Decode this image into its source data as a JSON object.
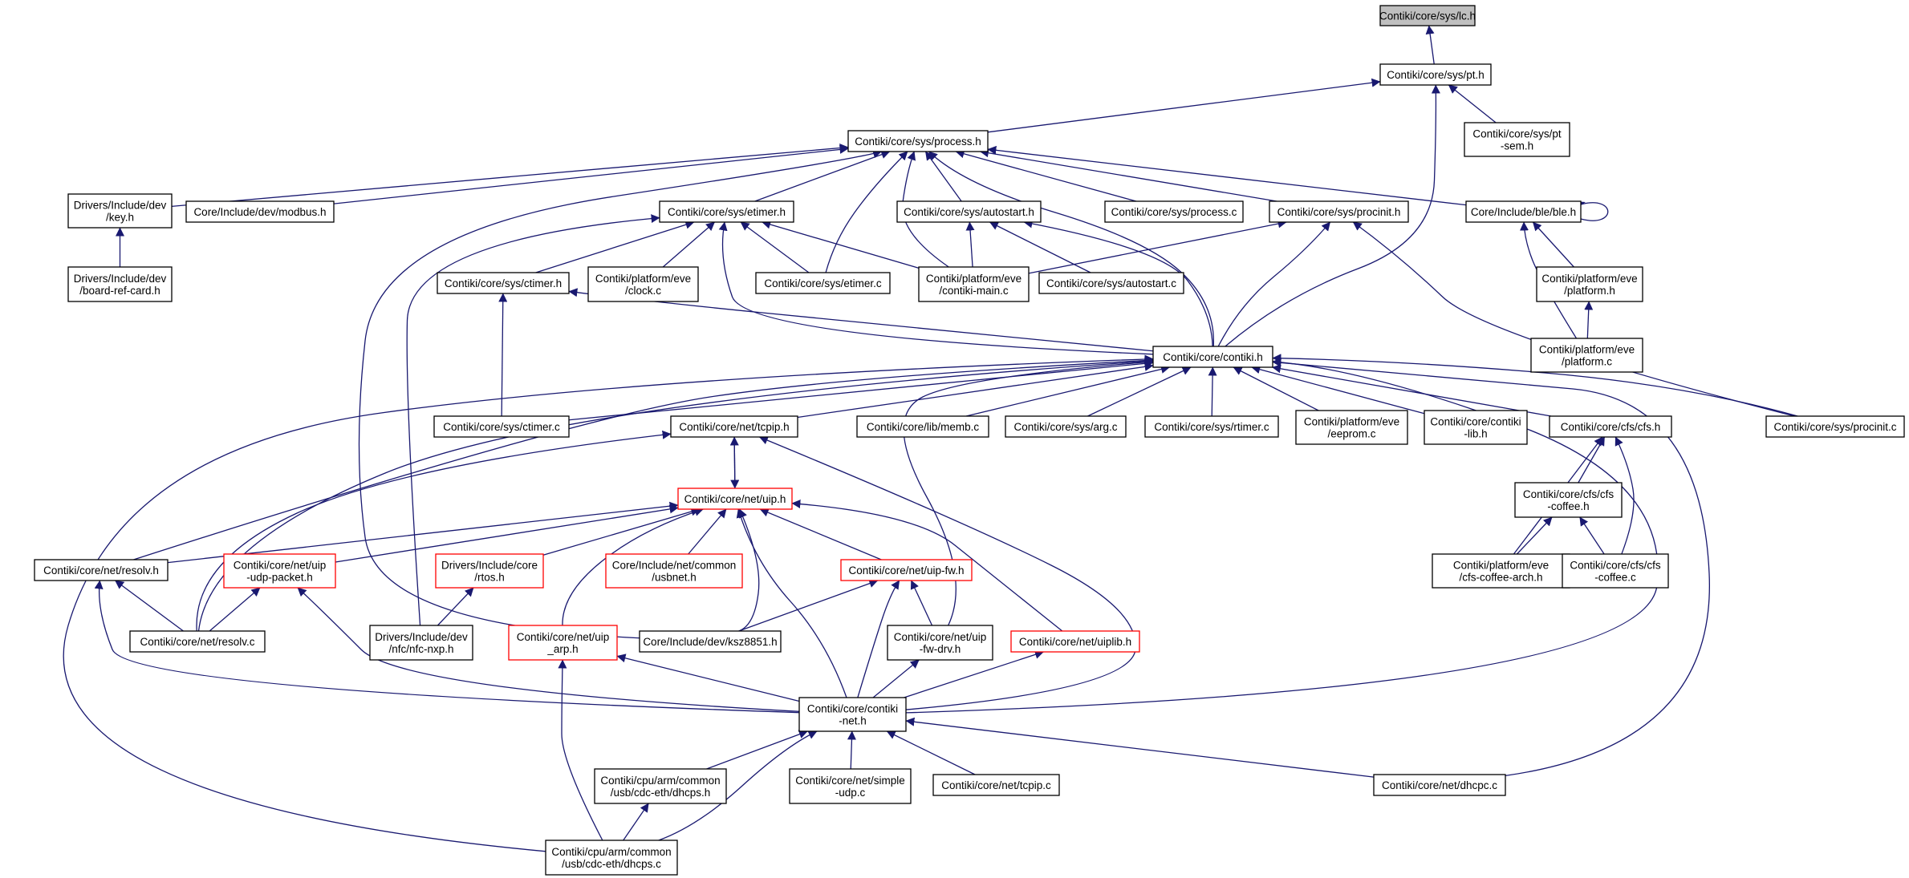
{
  "colors": {
    "edge": "#191970",
    "node_border": "#000000",
    "truncated_border": "#ff0000",
    "current_fill": "#bfbfbf"
  },
  "nodes": [
    {
      "id": "lc",
      "lines": [
        "Contiki/core/sys/lc.h"
      ],
      "style": "current"
    },
    {
      "id": "pt",
      "lines": [
        "Contiki/core/sys/pt.h"
      ]
    },
    {
      "id": "ptsem",
      "lines": [
        "Contiki/core/sys/pt",
        "-sem.h"
      ]
    },
    {
      "id": "process",
      "lines": [
        "Contiki/core/sys/process.h"
      ]
    },
    {
      "id": "key",
      "lines": [
        "Drivers/Include/dev",
        "/key.h"
      ]
    },
    {
      "id": "modbus",
      "lines": [
        "Core/Include/dev/modbus.h"
      ]
    },
    {
      "id": "etimer",
      "lines": [
        "Contiki/core/sys/etimer.h"
      ]
    },
    {
      "id": "autostart",
      "lines": [
        "Contiki/core/sys/autostart.h"
      ]
    },
    {
      "id": "processc",
      "lines": [
        "Contiki/core/sys/process.c"
      ]
    },
    {
      "id": "procinit",
      "lines": [
        "Contiki/core/sys/procinit.h"
      ]
    },
    {
      "id": "ble",
      "lines": [
        "Core/Include/ble/ble.h"
      ]
    },
    {
      "id": "boardref",
      "lines": [
        "Drivers/Include/dev",
        "/board-ref-card.h"
      ]
    },
    {
      "id": "ctimer",
      "lines": [
        "Contiki/core/sys/ctimer.h"
      ]
    },
    {
      "id": "clockc",
      "lines": [
        "Contiki/platform/eve",
        "/clock.c"
      ]
    },
    {
      "id": "etimerc",
      "lines": [
        "Contiki/core/sys/etimer.c"
      ]
    },
    {
      "id": "contikimain",
      "lines": [
        "Contiki/platform/eve",
        "/contiki-main.c"
      ]
    },
    {
      "id": "autostartc",
      "lines": [
        "Contiki/core/sys/autostart.c"
      ]
    },
    {
      "id": "platformh",
      "lines": [
        "Contiki/platform/eve",
        "/platform.h"
      ]
    },
    {
      "id": "platformc",
      "lines": [
        "Contiki/platform/eve",
        "/platform.c"
      ]
    },
    {
      "id": "contikih",
      "lines": [
        "Contiki/core/contiki.h"
      ]
    },
    {
      "id": "ctimerc",
      "lines": [
        "Contiki/core/sys/ctimer.c"
      ]
    },
    {
      "id": "tcpiph",
      "lines": [
        "Contiki/core/net/tcpip.h"
      ]
    },
    {
      "id": "membc",
      "lines": [
        "Contiki/core/lib/memb.c"
      ]
    },
    {
      "id": "argc",
      "lines": [
        "Contiki/core/sys/arg.c"
      ]
    },
    {
      "id": "rtimerc",
      "lines": [
        "Contiki/core/sys/rtimer.c"
      ]
    },
    {
      "id": "eepromc",
      "lines": [
        "Contiki/platform/eve",
        "/eeprom.c"
      ]
    },
    {
      "id": "contikilib",
      "lines": [
        "Contiki/core/contiki",
        "-lib.h"
      ]
    },
    {
      "id": "cfsh",
      "lines": [
        "Contiki/core/cfs/cfs.h"
      ]
    },
    {
      "id": "procinitc",
      "lines": [
        "Contiki/core/sys/procinit.c"
      ]
    },
    {
      "id": "uiph",
      "lines": [
        "Contiki/core/net/uip.h"
      ],
      "style": "red"
    },
    {
      "id": "cfscoffeeh",
      "lines": [
        "Contiki/core/cfs/cfs",
        "-coffee.h"
      ]
    },
    {
      "id": "resolvh",
      "lines": [
        "Contiki/core/net/resolv.h"
      ]
    },
    {
      "id": "uipudp",
      "lines": [
        "Contiki/core/net/uip",
        "-udp-packet.h"
      ],
      "style": "red"
    },
    {
      "id": "rtos",
      "lines": [
        "Drivers/Include/core",
        "/rtos.h"
      ],
      "style": "red"
    },
    {
      "id": "usbnet",
      "lines": [
        "Core/Include/net/common",
        "/usbnet.h"
      ],
      "style": "red"
    },
    {
      "id": "uipfw",
      "lines": [
        "Contiki/core/net/uip-fw.h"
      ],
      "style": "red"
    },
    {
      "id": "cfscoffeearch",
      "lines": [
        "Contiki/platform/eve",
        "/cfs-coffee-arch.h"
      ]
    },
    {
      "id": "cfscoffeec",
      "lines": [
        "Contiki/core/cfs/cfs",
        "-coffee.c"
      ]
    },
    {
      "id": "resolvc",
      "lines": [
        "Contiki/core/net/resolv.c"
      ]
    },
    {
      "id": "nfcnxp",
      "lines": [
        "Drivers/Include/dev",
        "/nfc/nfc-nxp.h"
      ]
    },
    {
      "id": "uiparp",
      "lines": [
        "Contiki/core/net/uip",
        "_arp.h"
      ],
      "style": "red"
    },
    {
      "id": "ksz",
      "lines": [
        "Core/Include/dev/ksz8851.h"
      ]
    },
    {
      "id": "uipfwdrv",
      "lines": [
        "Contiki/core/net/uip",
        "-fw-drv.h"
      ]
    },
    {
      "id": "uiplib",
      "lines": [
        "Contiki/core/net/uiplib.h"
      ],
      "style": "red"
    },
    {
      "id": "contikinet",
      "lines": [
        "Contiki/core/contiki",
        "-net.h"
      ]
    },
    {
      "id": "dhcpsh",
      "lines": [
        "Contiki/cpu/arm/common",
        "/usb/cdc-eth/dhcps.h"
      ]
    },
    {
      "id": "simpleudp",
      "lines": [
        "Contiki/core/net/simple",
        "-udp.c"
      ]
    },
    {
      "id": "tcpipc",
      "lines": [
        "Contiki/core/net/tcpip.c"
      ]
    },
    {
      "id": "dhcpc",
      "lines": [
        "Contiki/core/net/dhcpc.c"
      ]
    },
    {
      "id": "dhcpsc",
      "lines": [
        "Contiki/cpu/arm/common",
        "/usb/cdc-eth/dhcps.c"
      ]
    }
  ],
  "edges": [
    [
      "pt",
      "lc"
    ],
    [
      "process",
      "pt"
    ],
    [
      "ptsem",
      "pt"
    ],
    [
      "contikih",
      "pt"
    ],
    [
      "key",
      "process"
    ],
    [
      "modbus",
      "process"
    ],
    [
      "etimer",
      "process"
    ],
    [
      "autostart",
      "process"
    ],
    [
      "processc",
      "process"
    ],
    [
      "procinit",
      "process"
    ],
    [
      "ble",
      "process"
    ],
    [
      "etimerc",
      "process"
    ],
    [
      "contikimain",
      "process"
    ],
    [
      "contikih",
      "process"
    ],
    [
      "ksz",
      "process"
    ],
    [
      "boardref",
      "key"
    ],
    [
      "ctimer",
      "etimer"
    ],
    [
      "clockc",
      "etimer"
    ],
    [
      "etimerc",
      "etimer"
    ],
    [
      "contikimain",
      "etimer"
    ],
    [
      "contikih",
      "etimer"
    ],
    [
      "nfcnxp",
      "etimer"
    ],
    [
      "contikimain",
      "autostart"
    ],
    [
      "autostartc",
      "autostart"
    ],
    [
      "contikih",
      "autostart"
    ],
    [
      "contikimain",
      "procinit"
    ],
    [
      "contikih",
      "procinit"
    ],
    [
      "procinitc",
      "procinit"
    ],
    [
      "ble",
      "ble"
    ],
    [
      "platformh",
      "ble"
    ],
    [
      "platformc",
      "ble"
    ],
    [
      "platformc",
      "platformh"
    ],
    [
      "ctimerc",
      "ctimer"
    ],
    [
      "contikih",
      "ctimer"
    ],
    [
      "ctimerc",
      "contikih"
    ],
    [
      "tcpiph",
      "contikih"
    ],
    [
      "membc",
      "contikih"
    ],
    [
      "argc",
      "contikih"
    ],
    [
      "rtimerc",
      "contikih"
    ],
    [
      "eepromc",
      "contikih"
    ],
    [
      "contikilib",
      "contikih"
    ],
    [
      "cfsh",
      "contikih"
    ],
    [
      "procinitc",
      "contikih"
    ],
    [
      "resolvh",
      "contikih"
    ],
    [
      "resolvc",
      "contikih"
    ],
    [
      "uipfwdrv",
      "contikih"
    ],
    [
      "contikinet",
      "contikih"
    ],
    [
      "dhcpsc",
      "contikih"
    ],
    [
      "dhcpc",
      "contikih"
    ],
    [
      "uiph",
      "tcpiph"
    ],
    [
      "tcpiph",
      "uiph"
    ],
    [
      "resolvc",
      "tcpiph"
    ],
    [
      "contikinet",
      "tcpiph"
    ],
    [
      "resolvh",
      "uiph"
    ],
    [
      "uipudp",
      "uiph"
    ],
    [
      "rtos",
      "uiph"
    ],
    [
      "usbnet",
      "uiph"
    ],
    [
      "uipfw",
      "uiph"
    ],
    [
      "uiparp",
      "uiph"
    ],
    [
      "ksz",
      "uiph"
    ],
    [
      "uiplib",
      "uiph"
    ],
    [
      "contikinet",
      "uiph"
    ],
    [
      "cfscoffeeh",
      "cfsh"
    ],
    [
      "cfscoffeearch",
      "cfsh"
    ],
    [
      "cfscoffeec",
      "cfsh"
    ],
    [
      "cfscoffeearch",
      "cfscoffeeh"
    ],
    [
      "cfscoffeec",
      "cfscoffeeh"
    ],
    [
      "resolvc",
      "resolvh"
    ],
    [
      "contikinet",
      "resolvh"
    ],
    [
      "resolvc",
      "uipudp"
    ],
    [
      "contikinet",
      "uipudp"
    ],
    [
      "nfcnxp",
      "rtos"
    ],
    [
      "ksz",
      "uipfw"
    ],
    [
      "uipfwdrv",
      "uipfw"
    ],
    [
      "contikinet",
      "uipfw"
    ],
    [
      "contikinet",
      "uiparp"
    ],
    [
      "dhcpsc",
      "uiparp"
    ],
    [
      "contikinet",
      "uipfwdrv"
    ],
    [
      "contikinet",
      "uiplib"
    ],
    [
      "dhcpsh",
      "contikinet"
    ],
    [
      "simpleudp",
      "contikinet"
    ],
    [
      "tcpipc",
      "contikinet"
    ],
    [
      "dhcpc",
      "contikinet"
    ],
    [
      "dhcpsc",
      "contikinet"
    ],
    [
      "dhcpsc",
      "dhcpsh"
    ]
  ]
}
